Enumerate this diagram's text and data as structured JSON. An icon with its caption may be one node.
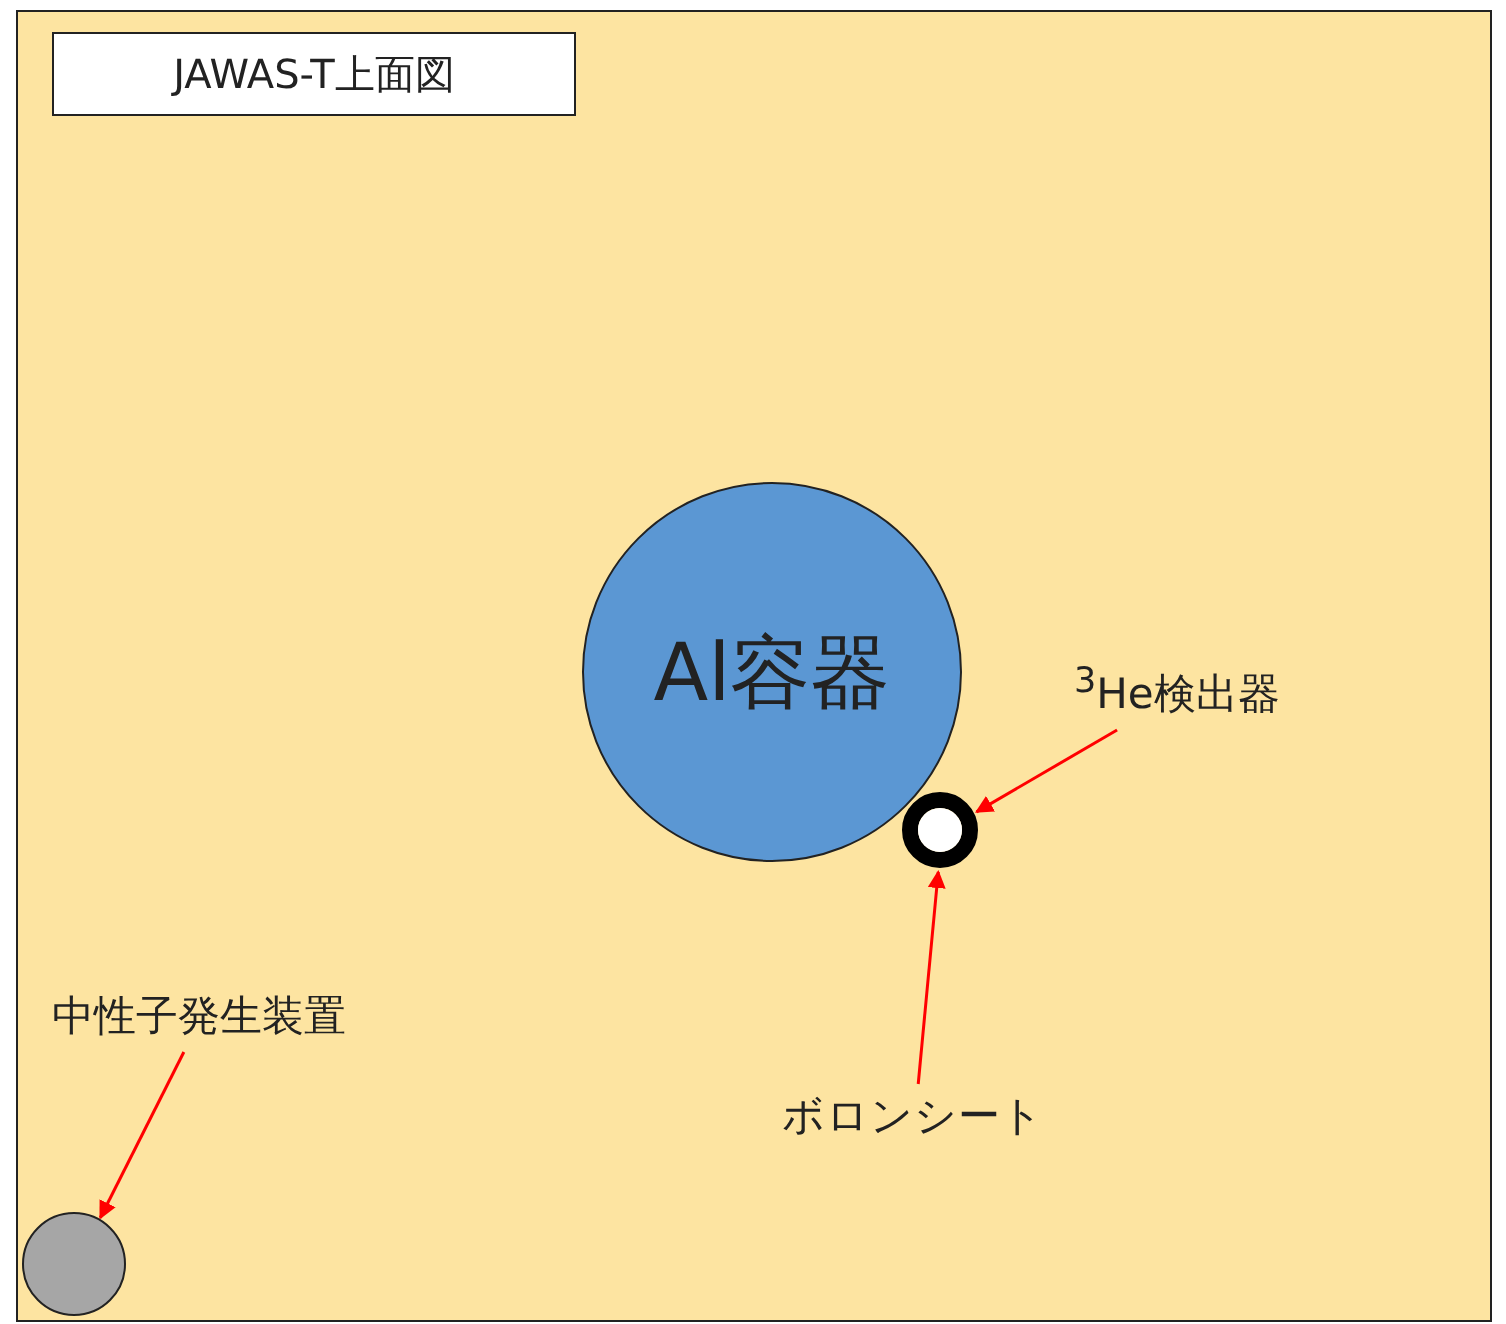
{
  "diagram": {
    "nodes": [
      {
        "text": [
          "JAWAS-T上面図"
        ]
      },
      {
        "text": [
          "Al容器"
        ]
      },
      {
        "text": [
          "$^{3}$He検出器"
        ]
      },
      {
        "text": [],
        "shape": "circle"
      },
      {
        "text": [],
        "shape": "circle"
      },
      {
        "text": [
          "ボロンシート"
        ]
      },
      {
        "text": [
          "中性子発生装置"
        ]
      },
      {
        "text": [],
        "shape": "circle"
      }
    ],
    "edges": [
      {
        "from": 2,
        "to": 4,
        "arrow": "to",
        "color": "#ff0000"
      },
      {
        "from": 5,
        "to": 3,
        "arrow": "to",
        "color": "#ff0000"
      },
      {
        "from": 6,
        "to": 7,
        "arrow": "to",
        "color": "#ff0000"
      }
    ]
  }
}
